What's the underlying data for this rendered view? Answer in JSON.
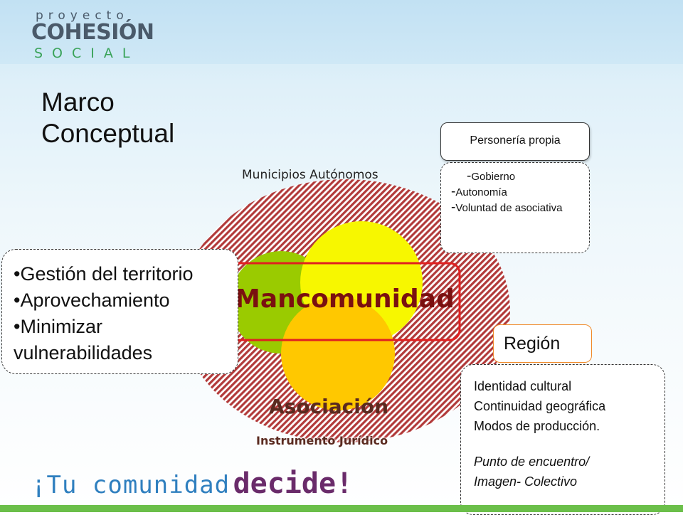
{
  "logo": {
    "line1": "proyecto",
    "line2": "COHESIÓN",
    "line3": "SOCIAL"
  },
  "title": {
    "line1": "Marco",
    "line2": "Conceptual"
  },
  "diagram": {
    "outer_label": "Municipios Autónomos",
    "center_label": "Mancomunidad",
    "bottom_label": "Asociación",
    "bottom_sublabel": "Instrumento Jurídico"
  },
  "personeria": {
    "title": "Personería propia",
    "items": [
      "Gobierno",
      "Autonomía",
      "Voluntad de asociativa"
    ]
  },
  "gestion": {
    "items": [
      "Gestión del territorio",
      "Aprovechamiento",
      "Minimizar vulnerabilidades"
    ]
  },
  "region": {
    "title": "Región",
    "items": [
      "Identidad cultural",
      "Continuidad geográfica",
      "Modos de producción."
    ],
    "emphasis": [
      "Punto de encuentro/",
      "Imagen-  Colectivo"
    ]
  },
  "footer": {
    "part1": "¡Tu comunidad",
    "part2": "decide!"
  },
  "colors": {
    "hatch_red": "#b23a3a",
    "green_circle": "#9acb00",
    "yellow_circle": "#f7f700",
    "orange_circle": "#ffc800",
    "frame_red": "#e02020",
    "region_border": "#f08a2a",
    "footer_blue": "#2f7fbf",
    "footer_purple": "#6a2b6a",
    "bottom_green": "#6bbf4a"
  }
}
